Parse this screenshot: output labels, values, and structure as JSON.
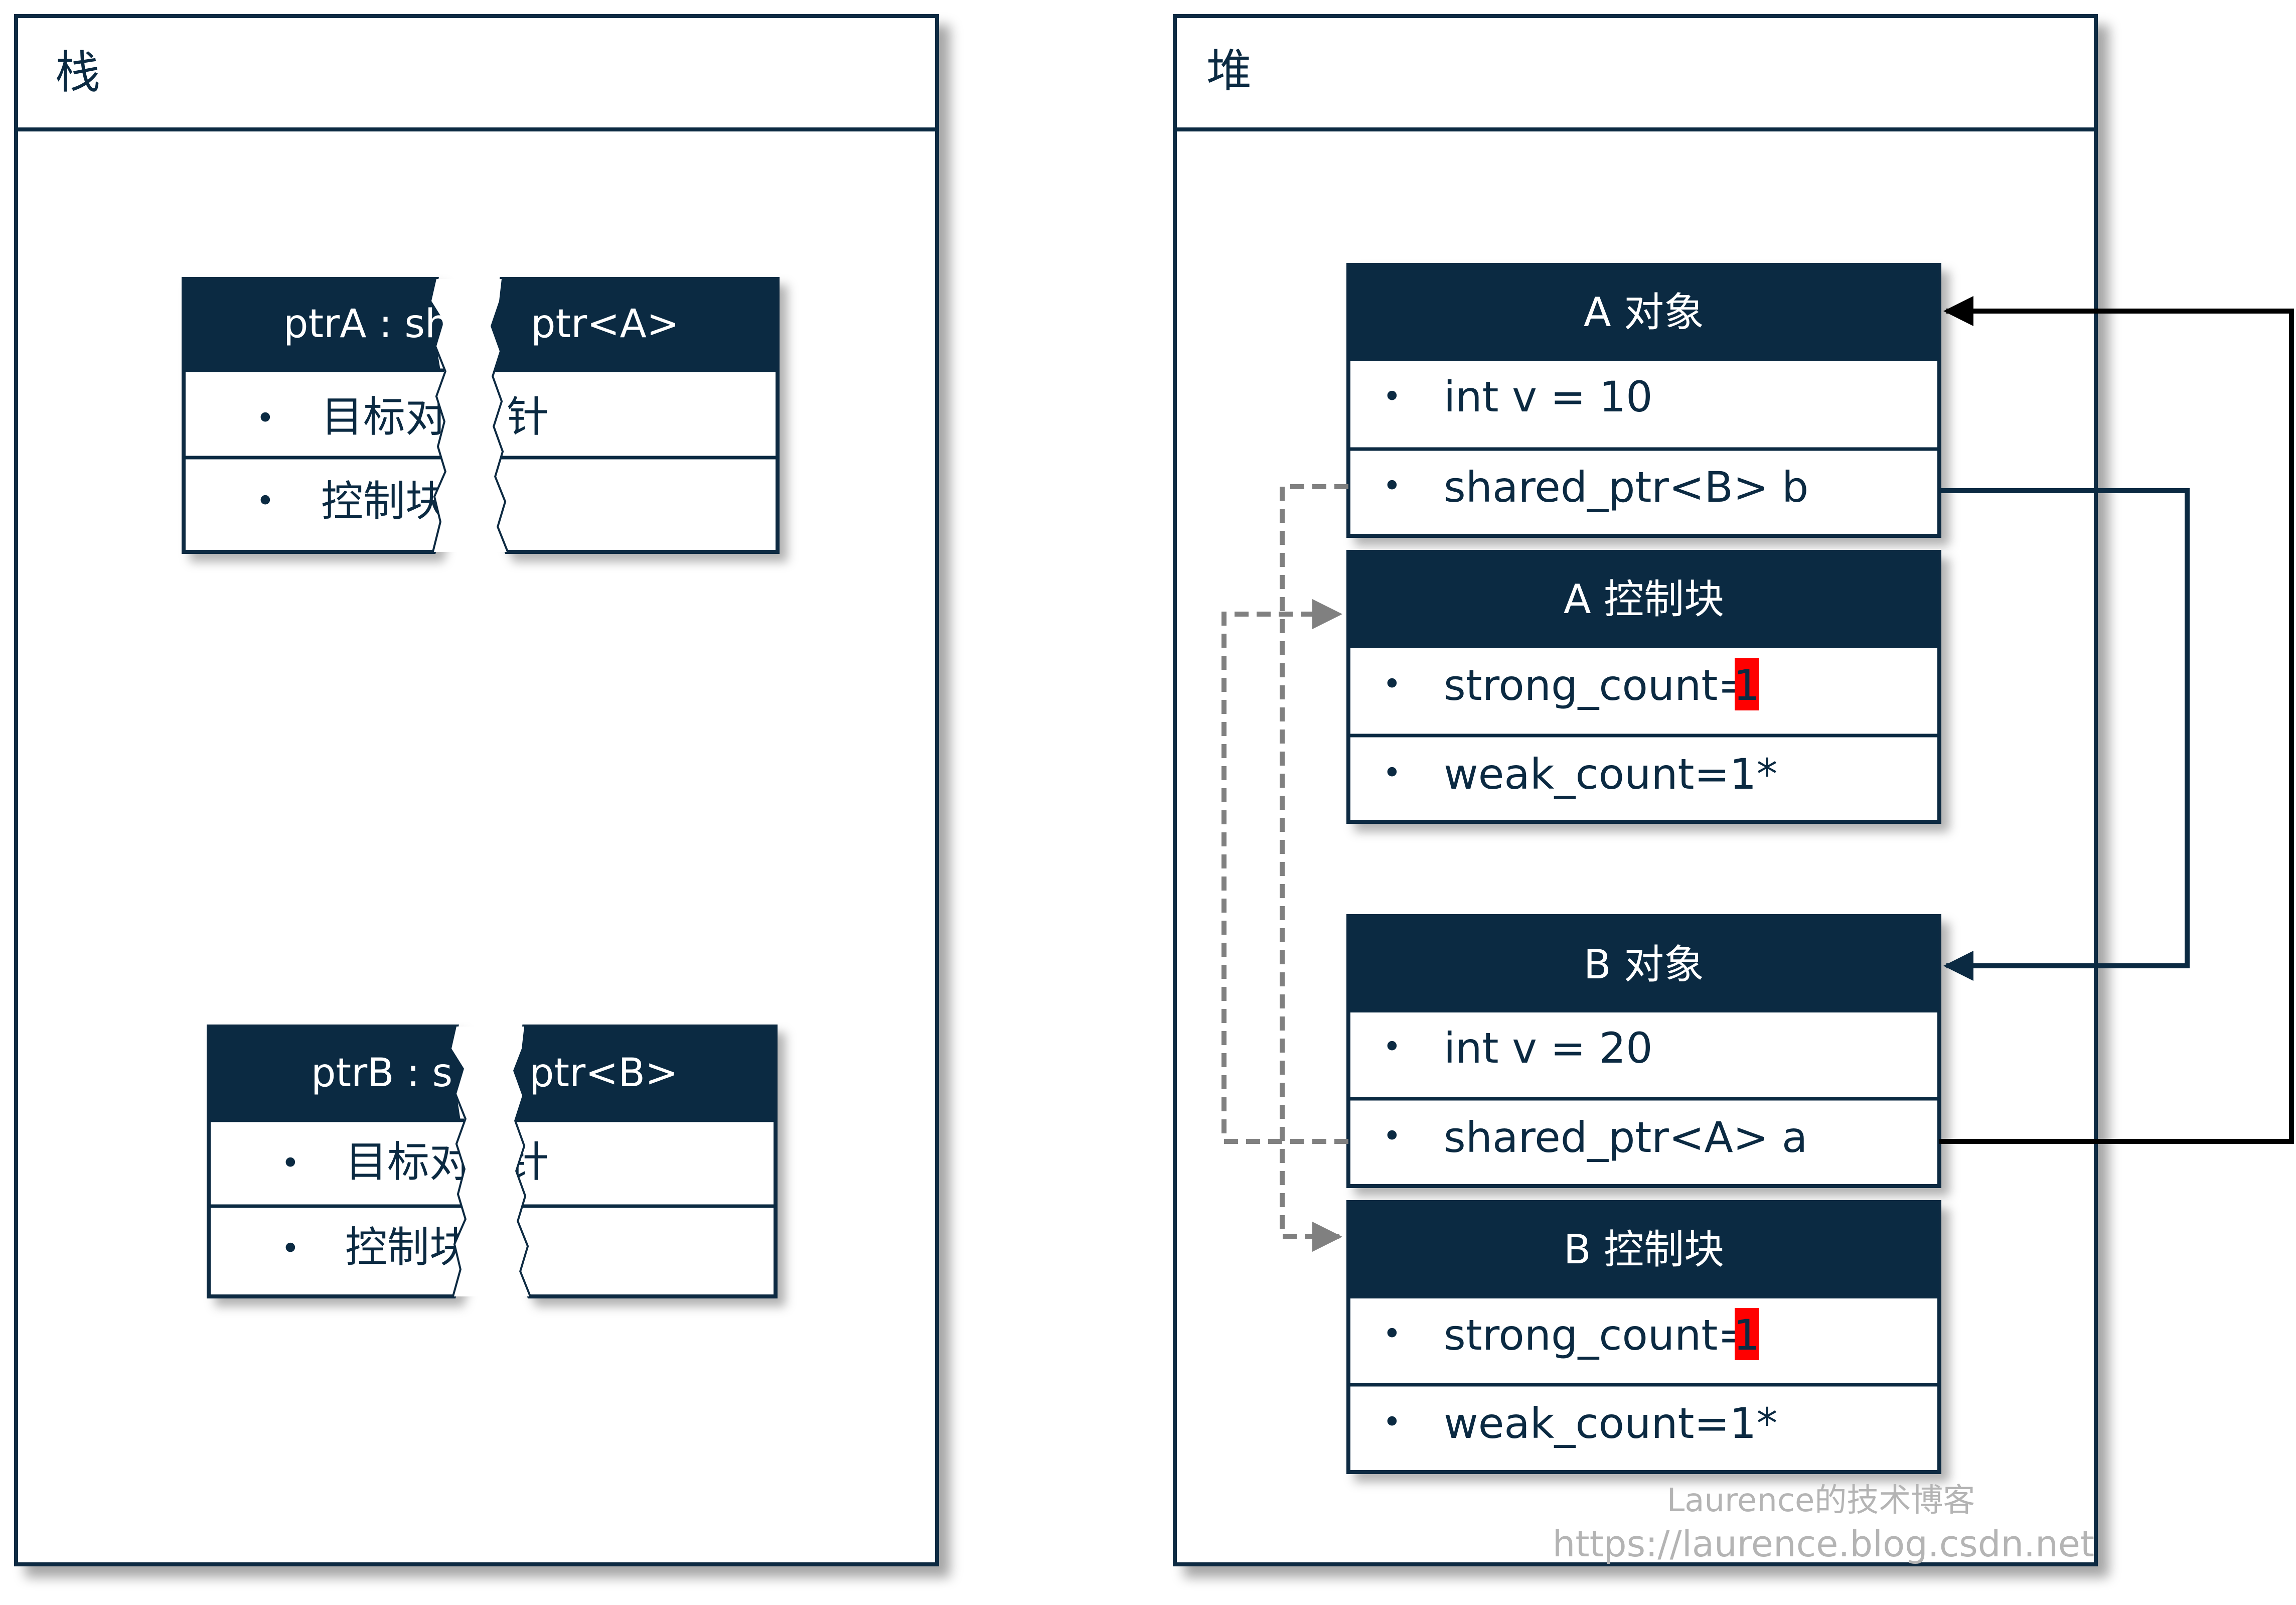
{
  "stack": {
    "title": "栈"
  },
  "heap": {
    "title": "堆"
  },
  "ptrA": {
    "header_left": "ptrA : sh",
    "header_right": "ptr<A>",
    "row1_left": "目标对",
    "row1_right": "针",
    "row2_left": "控制块"
  },
  "ptrB": {
    "header_left": "ptrB : s",
    "header_right": "ptr<B>",
    "row1_left": "目标对",
    "row1_right": "针",
    "row2_left": "控制块"
  },
  "a_object": {
    "title": "A 对象",
    "fields": [
      "int v = 10",
      "shared_ptr<B> b"
    ]
  },
  "a_control": {
    "title": "A 控制块",
    "strong_label": "strong_count=",
    "strong_value": "1",
    "weak": "weak_count=1*"
  },
  "b_object": {
    "title": "B 对象",
    "fields": [
      "int v = 20",
      "shared_ptr<A> a"
    ]
  },
  "b_control": {
    "title": "B 控制块",
    "strong_label": "strong_count=",
    "strong_value": "1",
    "weak": "weak_count=1*"
  },
  "bullet": "•",
  "watermark": {
    "line1": "Laurence的技术博客",
    "line2": "https://laurence.blog.csdn.net"
  },
  "colors": {
    "navy": "#0b2a42",
    "highlight": "#ff0000",
    "dashed": "#808080",
    "black_arrow": "#000000",
    "watermark": "#b4b4b4"
  }
}
